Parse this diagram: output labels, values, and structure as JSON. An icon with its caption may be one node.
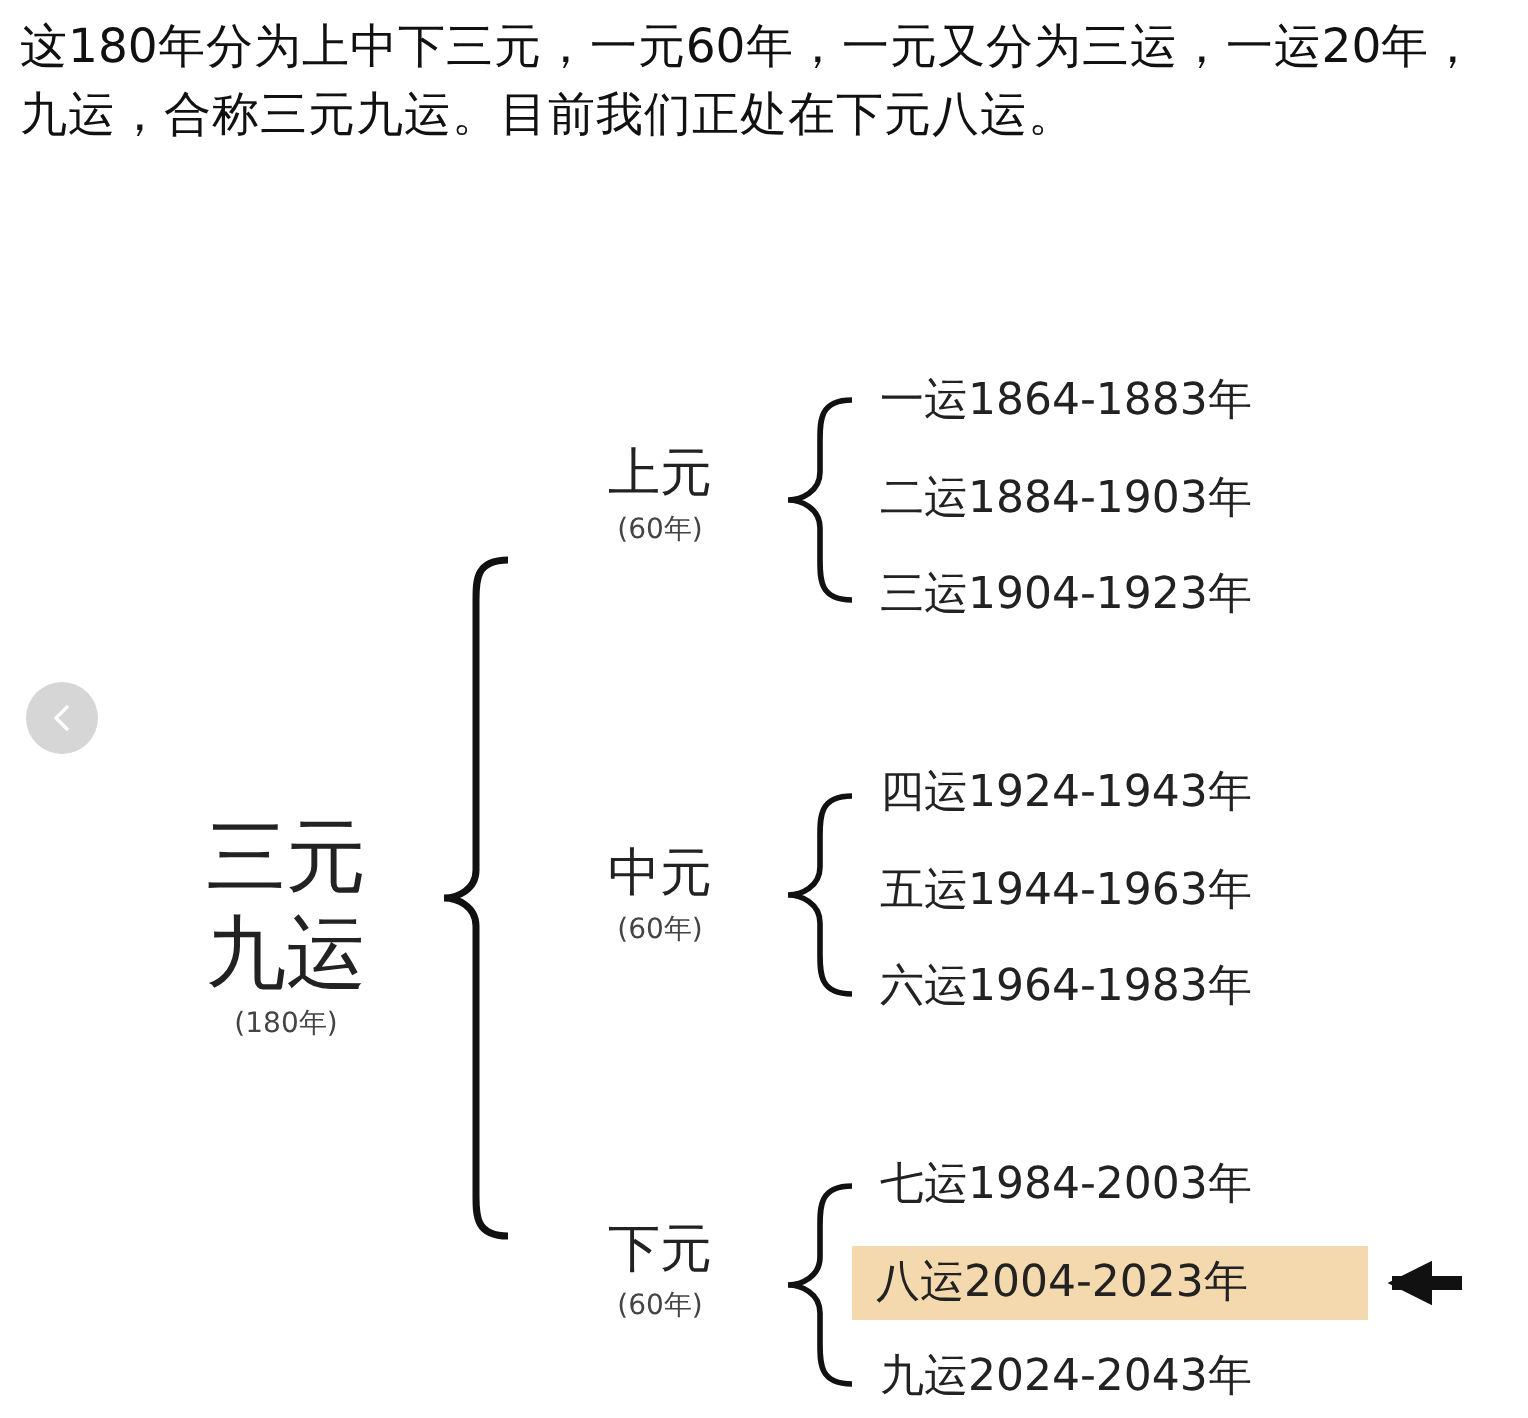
{
  "diagram": {
    "nodes": [
      {
        "text": [
          "三元九运",
          "(180年)"
        ]
      },
      {
        "text": [
          "上元",
          "(60年)"
        ]
      },
      {
        "text": [
          "中元",
          "(60年)"
        ]
      },
      {
        "text": [
          "下元",
          "(60年)"
        ]
      },
      {
        "text": [
          "一运1864-1883年"
        ]
      },
      {
        "text": [
          "二运1884-1903年"
        ]
      },
      {
        "text": [
          "三运1904-1923年"
        ]
      },
      {
        "text": [
          "四运1924-1943年"
        ]
      },
      {
        "text": [
          "五运1944-1963年"
        ]
      },
      {
        "text": [
          "六运1964-1983年"
        ]
      },
      {
        "text": [
          "七运1984-2003年"
        ]
      },
      {
        "text": [
          "八运2004-2023年"
        ]
      },
      {
        "text": [
          "九运2024-2043年"
        ]
      }
    ],
    "edges": [
      {
        "from": null,
        "to": 11,
        "arrow": "to"
      }
    ],
    "labels": [
      "这180年分为上中下三元，一元60年，一元又分为三运，一运20年，九运，合称三元九运。目前我们正处在下元八运。"
    ]
  }
}
